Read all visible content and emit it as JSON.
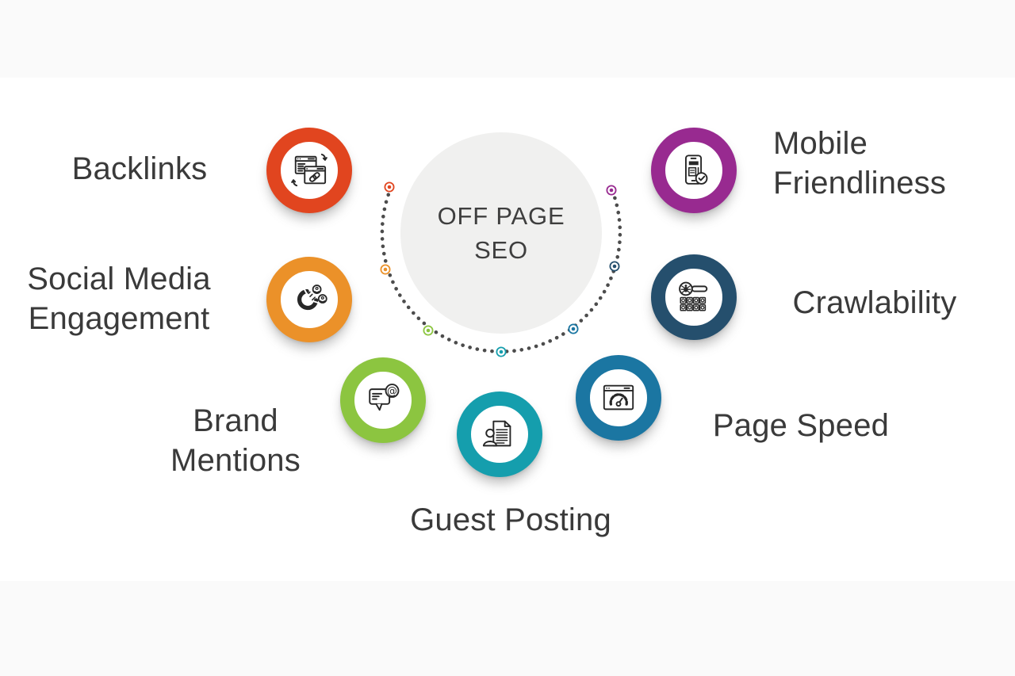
{
  "title": {
    "line1": "OFF PAGE",
    "line2": "SEO"
  },
  "background": {
    "canvas": "#FFFFFF",
    "bands": "#FAFAFA",
    "center_circle": "#F0F0EF"
  },
  "dotted_ring": {
    "color": "#4C4C4C"
  },
  "text_colors": {
    "title": "#3E3E3E",
    "labels": "#3A3A3A"
  },
  "items": [
    {
      "id": "backlinks",
      "label": "Backlinks",
      "lines": [
        "Backlinks"
      ],
      "color": "#E1451F",
      "icon": "linked-browser-windows-icon"
    },
    {
      "id": "social-media-engagement",
      "label": "Social Media Engagement",
      "lines": [
        "Social Media",
        "Engagement"
      ],
      "color": "#EB9129",
      "icon": "magnet-attracting-users-icon"
    },
    {
      "id": "brand-mentions",
      "label": "Brand Mentions",
      "lines": [
        "Brand",
        "Mentions"
      ],
      "color": "#8CC540",
      "icon": "mention-speech-bubble-icon"
    },
    {
      "id": "guest-posting",
      "label": "Guest Posting",
      "lines": [
        "Guest Posting"
      ],
      "color": "#159EAD",
      "icon": "author-document-icon"
    },
    {
      "id": "page-speed",
      "label": "Page Speed",
      "lines": [
        "Page Speed"
      ],
      "color": "#1B76A2",
      "icon": "speedometer-browser-icon"
    },
    {
      "id": "crawlability",
      "label": "Crawlability",
      "lines": [
        "Crawlability"
      ],
      "color": "#254F6D",
      "icon": "crawler-magnifier-pages-icon"
    },
    {
      "id": "mobile-friendliness",
      "label": "Mobile Friendliness",
      "lines": [
        "Mobile",
        "Friendliness"
      ],
      "color": "#982A90",
      "icon": "mobile-check-icon"
    }
  ]
}
